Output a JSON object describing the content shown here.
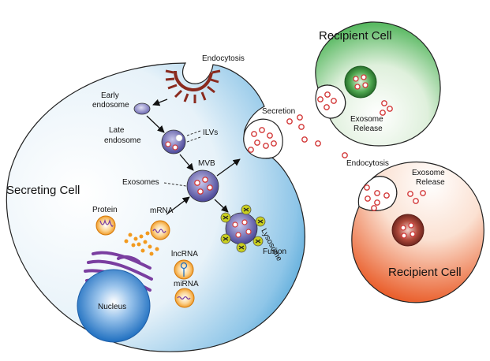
{
  "labels": {
    "endocytosis_top": "Endocytosis",
    "early_endosome_1": "Early",
    "early_endosome_2": "endosome",
    "late_endosome_1": "Late",
    "late_endosome_2": "endosome",
    "ilvs": "ILVs",
    "mvb": "MVB",
    "exosomes": "Exosomes",
    "secreting_cell": "Secreting Cell",
    "protein": "Protein",
    "mrna": "mRNA",
    "lncrna": "lncRNA",
    "mirna": "miRNA",
    "nucleus": "Nucleus",
    "lysosome": "Lysosome",
    "fusion": "Fusion",
    "secretion": "Secretion",
    "recipient_top": "Recipient Cell",
    "exosome_release_top_1": "Exosome",
    "exosome_release_top_2": "Release",
    "endocytosis_right": "Endocytosis",
    "exosome_release_bottom_1": "Exosome",
    "exosome_release_bottom_2": "Release",
    "recipient_bottom": "Recipient Cell"
  },
  "colors": {
    "secreting_cell_edge": "#4aa3d6",
    "recipient_top": "#3fae4a",
    "recipient_bottom": "#e8541e",
    "exosome": "#d33a3a",
    "mvb": "#5a55a8",
    "nucleus": "#1f6fc0",
    "golgi_er": "#7a3ea0",
    "rna_badge": "#f29a1f",
    "clathrin": "#8a2a1e",
    "lysosome": "#c9cf1f"
  }
}
